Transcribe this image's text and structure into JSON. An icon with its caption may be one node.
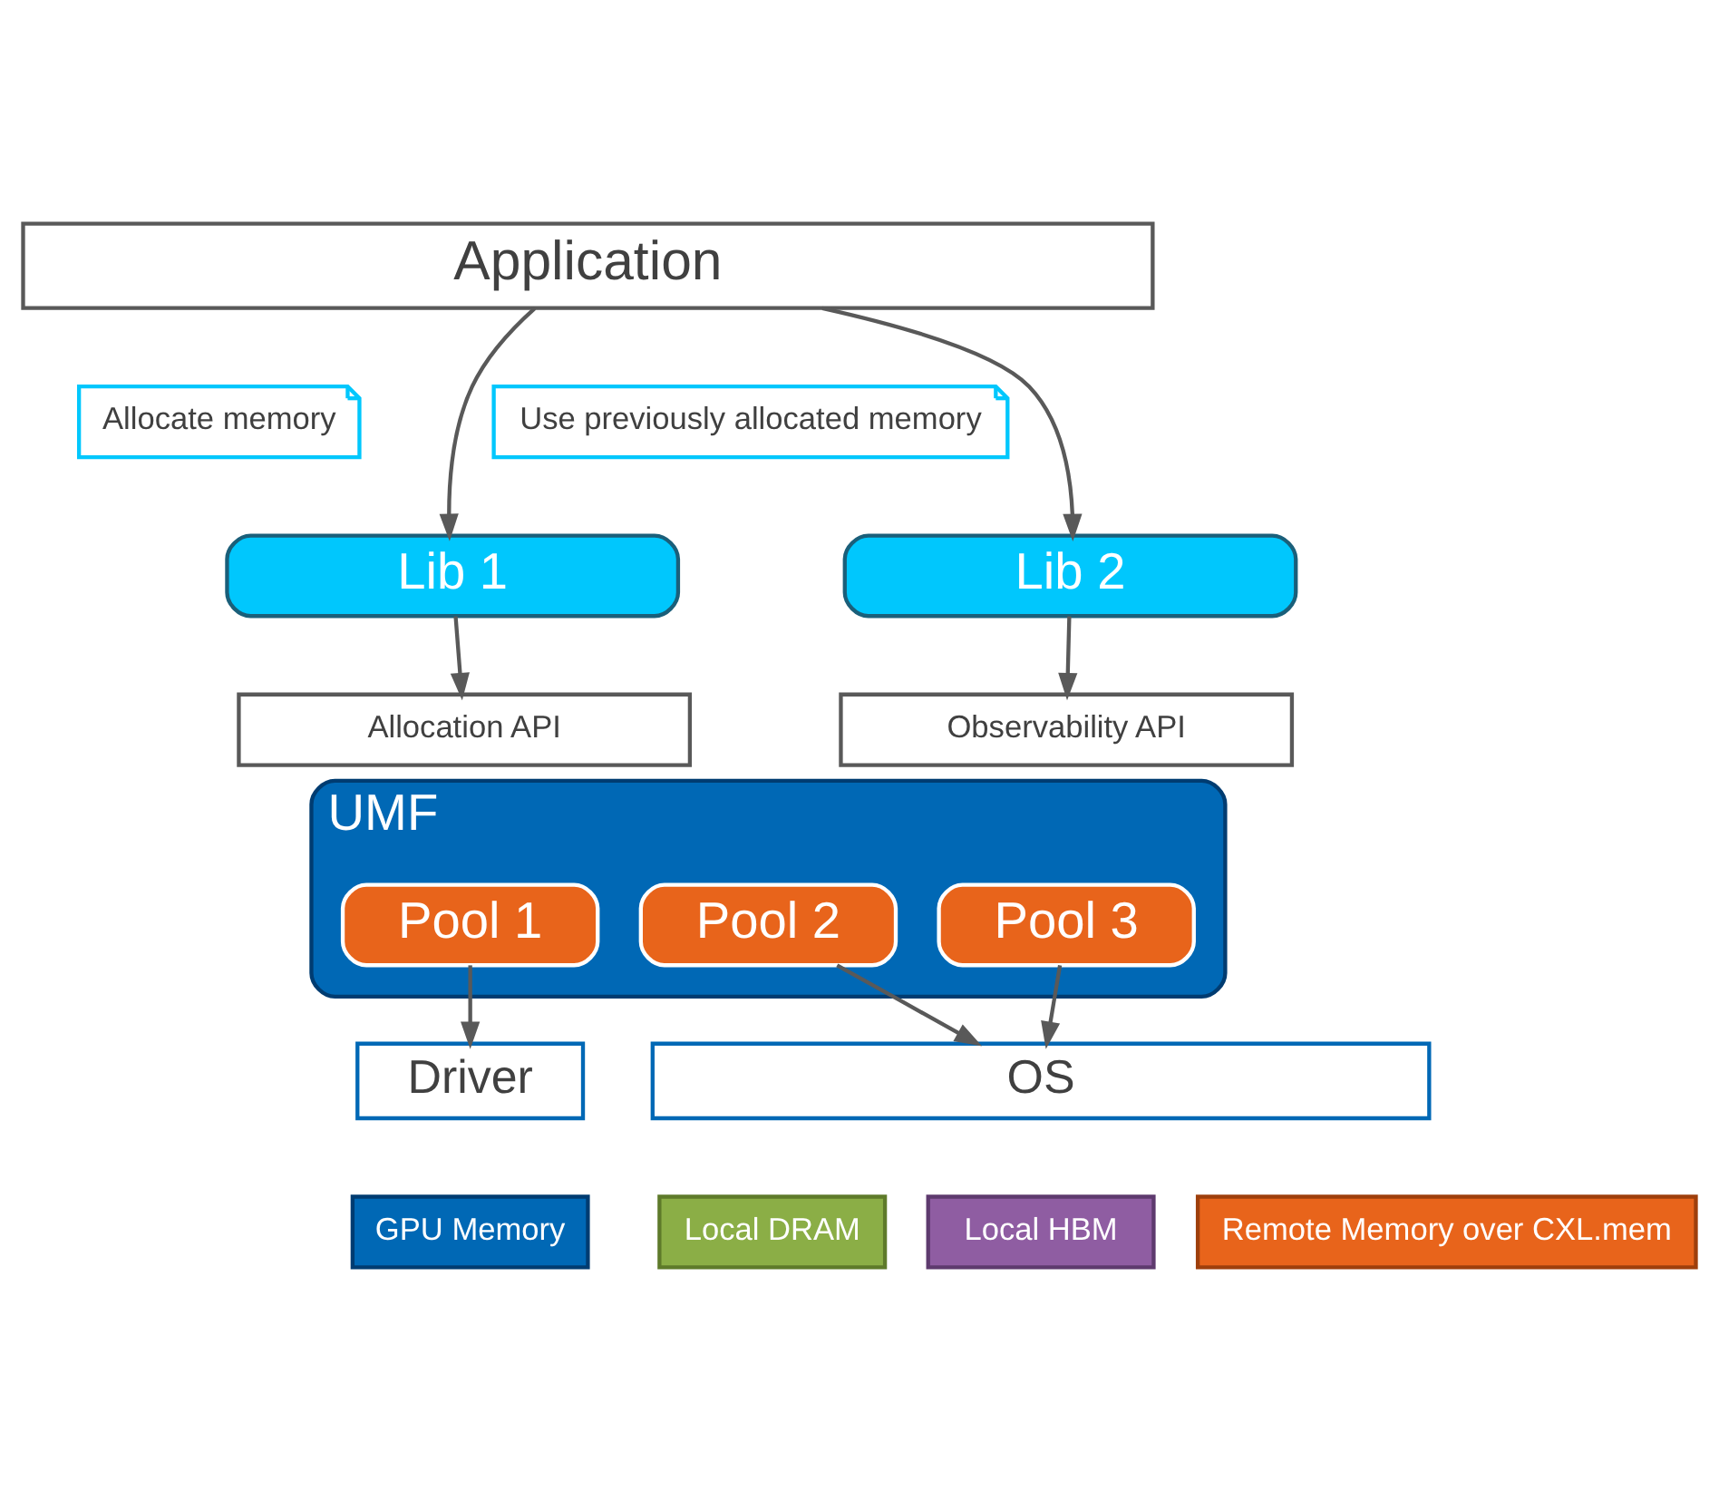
{
  "diagram": {
    "nodes": [
      {
        "text": [
          "Application"
        ]
      },
      {
        "text": [
          "Allocate memory"
        ]
      },
      {
        "text": [
          "Use previously allocated memory"
        ]
      },
      {
        "text": [
          "Lib 1"
        ]
      },
      {
        "text": [
          "Lib 2"
        ]
      },
      {
        "text": [
          "Allocation API"
        ]
      },
      {
        "text": [
          "Observability API"
        ]
      },
      {
        "text": [
          "UMF"
        ]
      },
      {
        "text": [
          "Pool 1"
        ],
        "in": 7
      },
      {
        "text": [
          "Pool 2"
        ],
        "in": 7
      },
      {
        "text": [
          "Pool 3"
        ],
        "in": 7
      },
      {
        "text": [
          "Driver"
        ]
      },
      {
        "text": [
          "OS"
        ]
      },
      {
        "text": [
          "GPU Memory"
        ]
      },
      {
        "text": [
          "Local DRAM"
        ]
      },
      {
        "text": [
          "Local HBM"
        ]
      },
      {
        "text": [
          "Remote Memory over CXL.mem"
        ]
      }
    ],
    "edges": [
      {
        "from": 0,
        "to": 3,
        "arrow": "to"
      },
      {
        "from": 0,
        "to": 4,
        "arrow": "to"
      },
      {
        "from": 3,
        "to": 5,
        "arrow": "to"
      },
      {
        "from": 4,
        "to": 6,
        "arrow": "to"
      },
      {
        "from": 8,
        "to": 11,
        "arrow": "to"
      },
      {
        "from": 9,
        "to": 12,
        "arrow": "to"
      },
      {
        "from": 10,
        "to": 12,
        "arrow": "to"
      }
    ]
  }
}
